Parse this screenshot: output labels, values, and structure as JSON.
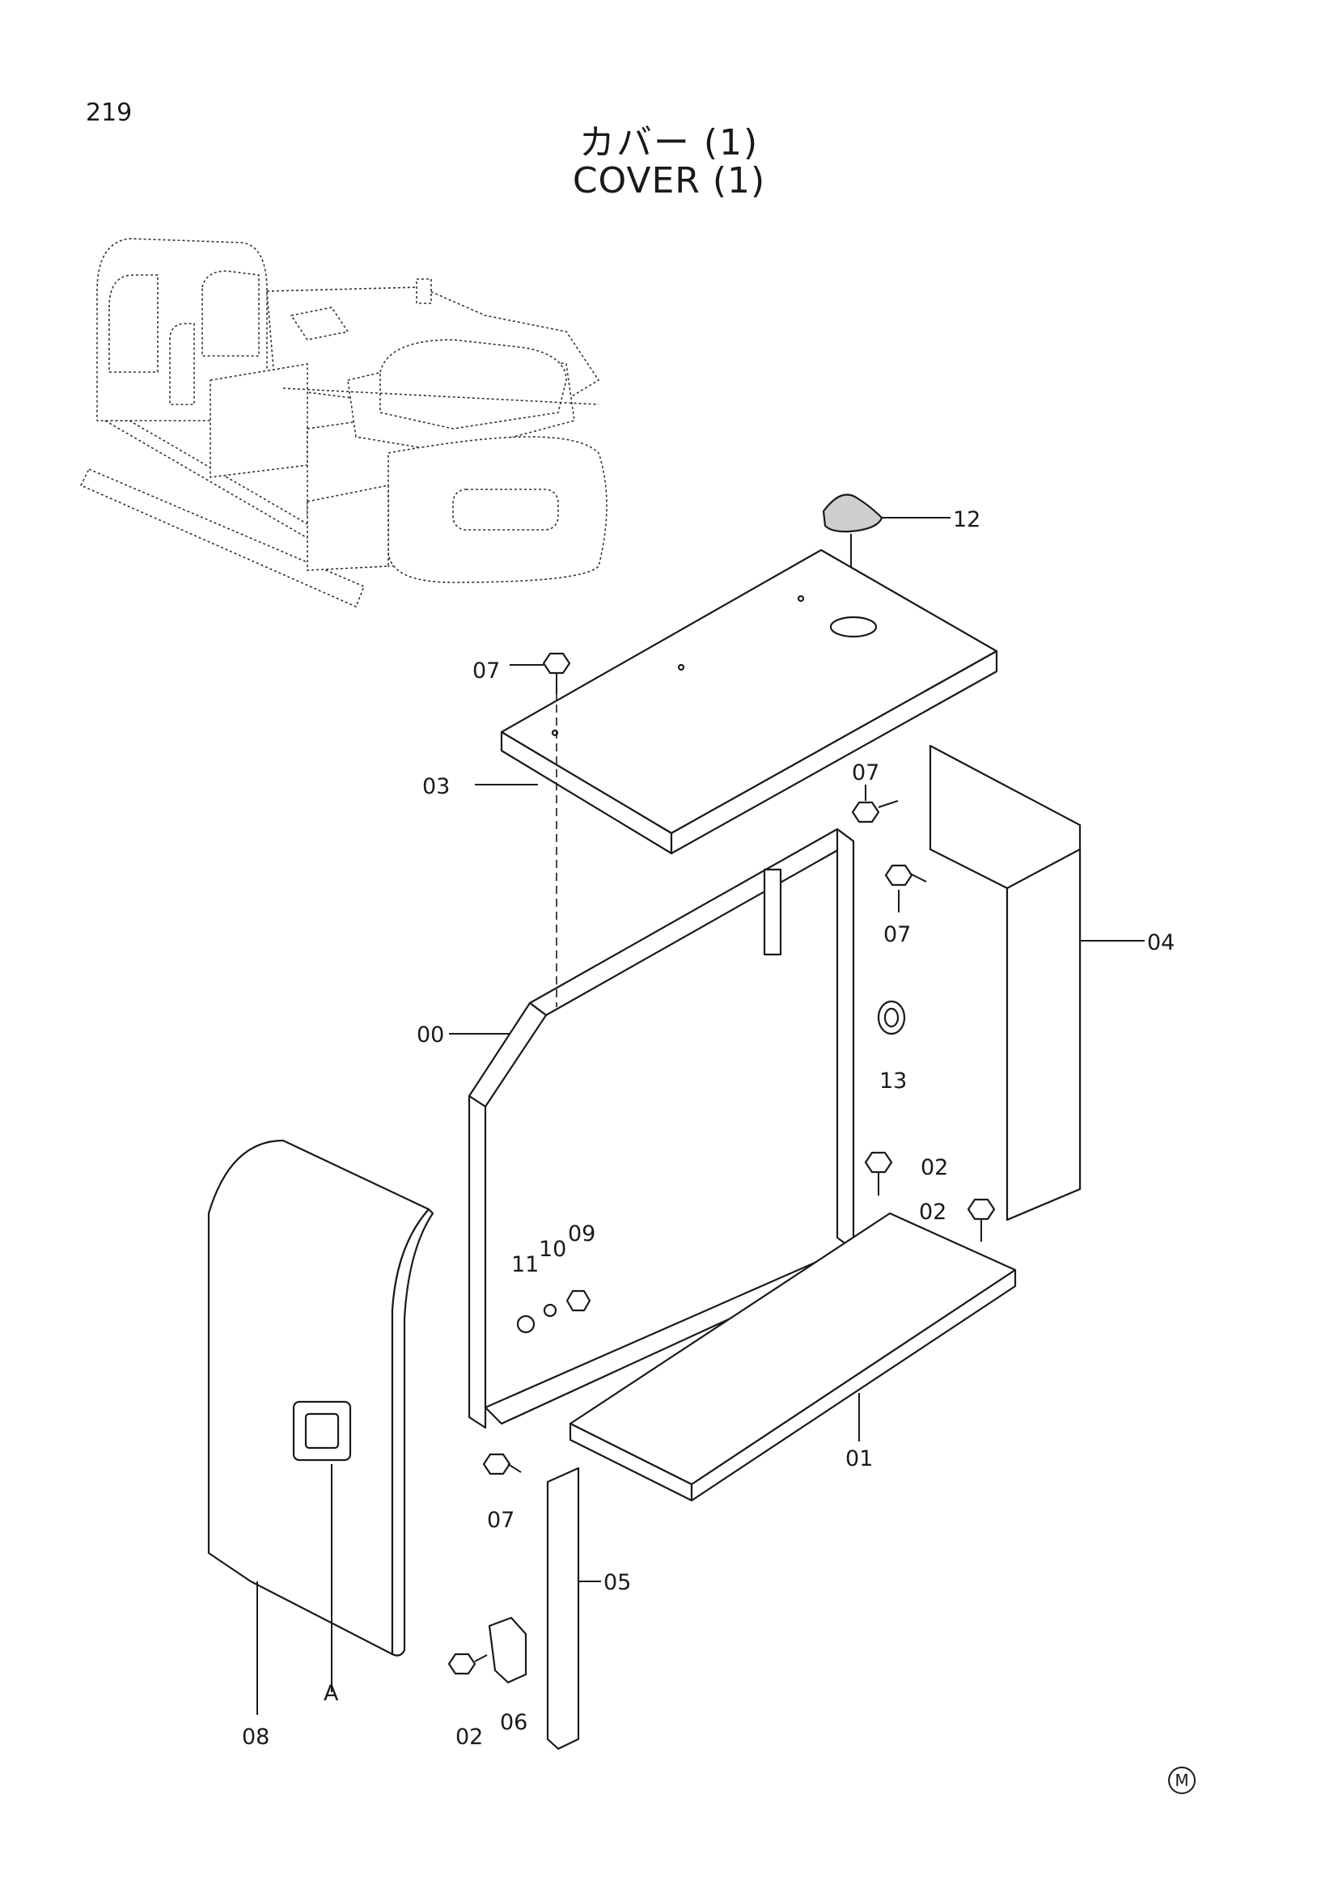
{
  "page": {
    "number": "219",
    "title_jp": "カバー (1)",
    "title_en": "COVER (1)",
    "mark": "M"
  },
  "labels": {
    "p00": "00",
    "p01": "01",
    "p02a": "02",
    "p02b": "02",
    "p02c": "02",
    "p03": "03",
    "p04": "04",
    "p05": "05",
    "p06": "06",
    "p07a": "07",
    "p07b": "07",
    "p07c": "07",
    "p07d": "07",
    "p08": "08",
    "p09": "09",
    "p10": "10",
    "p11": "11",
    "p12": "12",
    "p13": "13",
    "view_a": "A"
  }
}
